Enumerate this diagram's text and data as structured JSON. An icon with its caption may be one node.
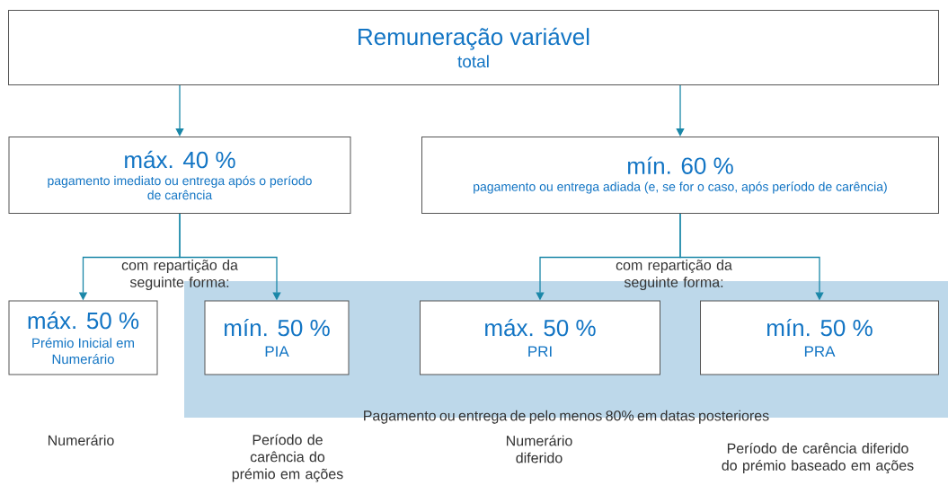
{
  "diagram": {
    "nodes": [
      {
        "text": [
          "Remuneração variável",
          "total"
        ]
      },
      {
        "text": [
          "máx. 40 %",
          "pagamento imediato ou entrega após o período de carência"
        ]
      },
      {
        "text": [
          "mín. 60 %",
          "pagamento ou entrega adiada (e, se for o caso, após período de carência)"
        ]
      },
      {
        "text": [
          "Pagamento ou entrega de pelo menos 80% em datas posteriores"
        ]
      },
      {
        "text": [
          "máx. 50 %",
          "Prémio Inicial em Numerário"
        ]
      },
      {
        "text": [
          "mín. 50 %",
          "PIA"
        ],
        "in": 3
      },
      {
        "text": [
          "máx. 50 %",
          "PRI"
        ],
        "in": 3
      },
      {
        "text": [
          "mín. 50 %",
          "PRA"
        ],
        "in": 3
      }
    ],
    "edges": [
      {
        "from": 0,
        "to": 1,
        "arrow": "to"
      },
      {
        "from": 0,
        "to": 2,
        "arrow": "to"
      },
      {
        "from": 1,
        "to": 4,
        "arrow": "to",
        "label": "com repartição da seguinte forma:"
      },
      {
        "from": 1,
        "to": 5,
        "arrow": "to"
      },
      {
        "from": 2,
        "to": 6,
        "arrow": "to",
        "label": "com repartição da seguinte forma:"
      },
      {
        "from": 2,
        "to": 7,
        "arrow": "to"
      }
    ],
    "labels": [
      "Numerário",
      "Período de carência do prémio em ações",
      "Numerário diferido",
      "Período de carência diferido do prémio baseado em ações"
    ]
  }
}
